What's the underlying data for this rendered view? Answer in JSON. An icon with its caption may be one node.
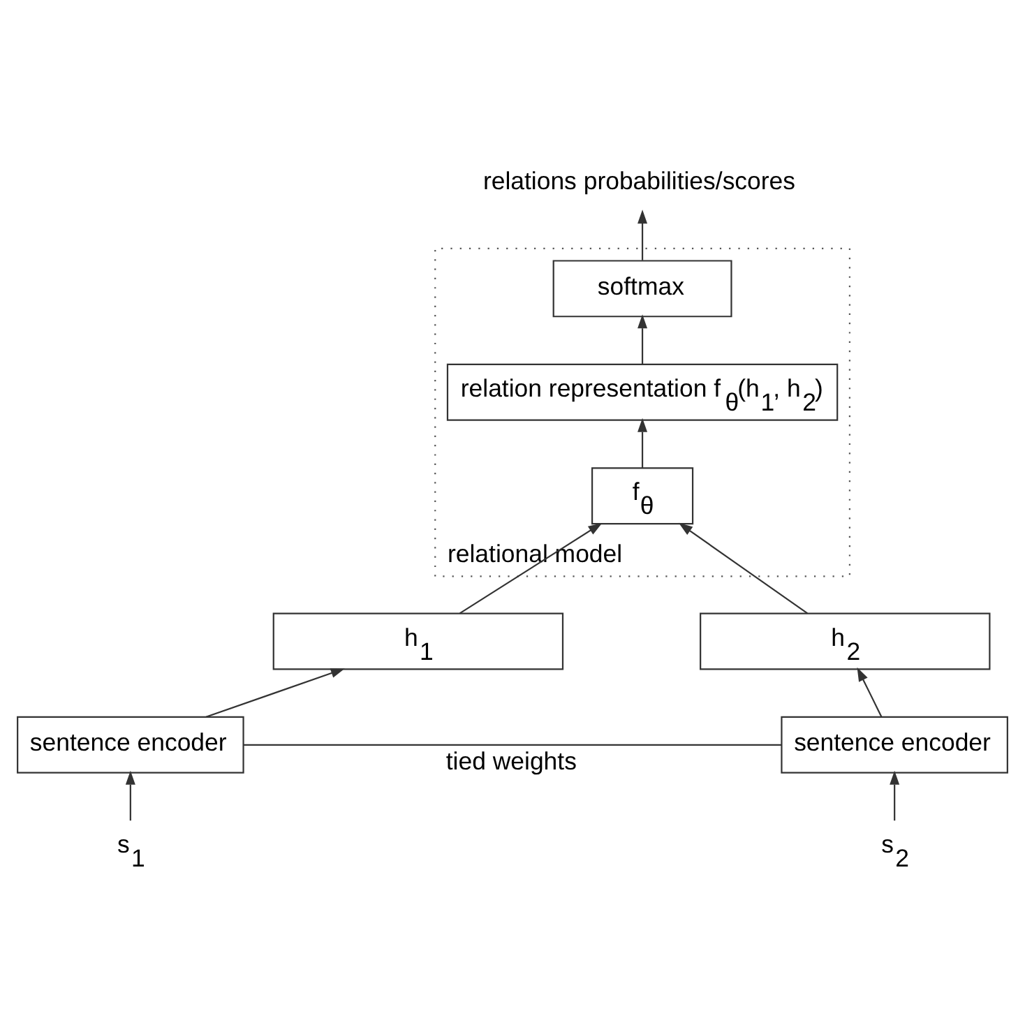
{
  "diagram": {
    "nodes": [
      {
        "text": [
          "relational model"
        ]
      },
      {
        "text": [
          "softmax"
        ],
        "in": 0
      },
      {
        "text": [
          "relation representation f$_{θ}$(h$_{1}$, h$_{2}$)"
        ],
        "in": 0
      },
      {
        "text": [
          "f$_{θ}$"
        ],
        "in": 0
      },
      {
        "text": [
          "h$_{1}$"
        ]
      },
      {
        "text": [
          "h$_{2}$"
        ]
      },
      {
        "text": [
          "sentence encoder"
        ]
      },
      {
        "text": [
          "sentence encoder"
        ]
      },
      {
        "text": [
          "s$_{1}$"
        ]
      },
      {
        "text": [
          "s$_{2}$"
        ]
      },
      {
        "text": [
          "relations probabilities/scores"
        ]
      }
    ],
    "edges": [
      {
        "from": 8,
        "to": 6,
        "arrow": "to"
      },
      {
        "from": 9,
        "to": 7,
        "arrow": "to"
      },
      {
        "from": 6,
        "to": 7,
        "arrow": "none",
        "label": "tied weights"
      },
      {
        "from": 6,
        "to": 4,
        "arrow": "to"
      },
      {
        "from": 7,
        "to": 5,
        "arrow": "to"
      },
      {
        "from": 4,
        "to": 3,
        "arrow": "to"
      },
      {
        "from": 5,
        "to": 3,
        "arrow": "to"
      },
      {
        "from": 3,
        "to": 2,
        "arrow": "to"
      },
      {
        "from": 2,
        "to": 1,
        "arrow": "to"
      },
      {
        "from": 1,
        "to": 10,
        "arrow": "to"
      }
    ]
  }
}
